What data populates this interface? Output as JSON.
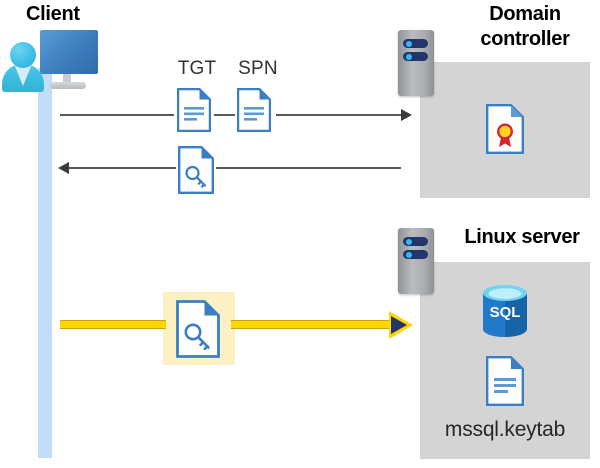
{
  "diagram": {
    "title_client": "Client",
    "title_domain_controller": "Domain controller",
    "title_linux_server": "Linux server",
    "keytab_filename": "mssql.keytab",
    "labels": {
      "tgt": "TGT",
      "spn": "SPN"
    },
    "icons": {
      "client_workstation": "client-user-monitor-icon",
      "domain_controller_rack": "server-rack-icon",
      "linux_server_rack": "server-rack-icon",
      "tgt_document": "document-icon",
      "spn_document": "document-icon",
      "service_ticket": "document-key-icon",
      "certificate": "certificate-document-icon",
      "sql_database": "sql-database-icon",
      "keytab_document": "document-icon",
      "highlighted_ticket": "document-key-icon"
    },
    "flows": [
      {
        "id": "request",
        "direction": "right",
        "from": "Client",
        "to": "Domain controller",
        "carries": [
          "TGT",
          "SPN"
        ],
        "style": "thin-gray"
      },
      {
        "id": "response",
        "direction": "left",
        "from": "Domain controller",
        "to": "Client",
        "carries": [
          "service-ticket"
        ],
        "style": "thin-gray"
      },
      {
        "id": "authenticate",
        "direction": "right",
        "from": "Client",
        "to": "Linux server",
        "carries": [
          "service-ticket"
        ],
        "style": "highlighted-yellow"
      }
    ],
    "colors": {
      "lifeline": "#c3dcf7",
      "panel_gray": "#d4d4d4",
      "highlight_yellow": "#ffd700",
      "highlight_box": "#fdf0c2",
      "doc_blue": "#3a7fc4",
      "accent_dark_blue": "#23366b",
      "person_cyan": "#3cc0e6",
      "monitor_blue": "#3d7dbd",
      "arrow_gray": "#5a5a5a",
      "sql_blue": "#0f6cbd",
      "cert_red": "#d6262c",
      "cert_gold": "#ffd21f"
    }
  }
}
